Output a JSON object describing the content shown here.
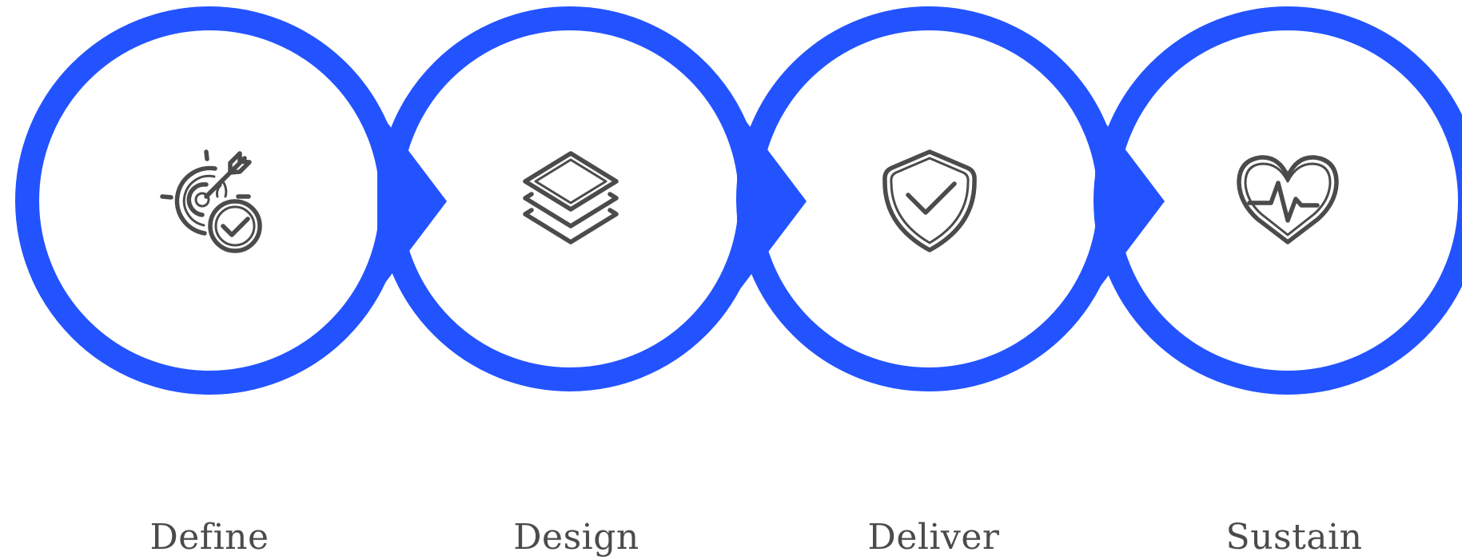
{
  "steps": [
    {
      "label": "Define",
      "icon": "target-check-icon"
    },
    {
      "label": "Design",
      "icon": "layers-icon"
    },
    {
      "label": "Deliver",
      "icon": "shield-check-icon"
    },
    {
      "label": "Sustain",
      "icon": "heart-pulse-icon"
    }
  ],
  "colors": {
    "accent": "#2353ff",
    "icon": "#4b4b4b",
    "label": "#4b4b4b",
    "background": "#ffffff"
  }
}
